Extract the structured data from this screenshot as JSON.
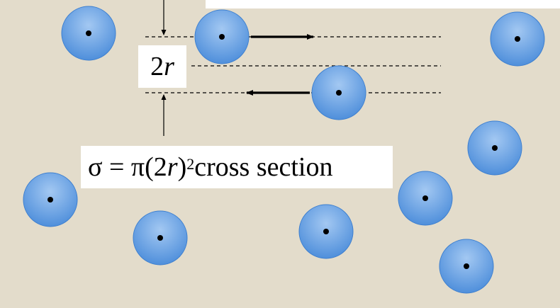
{
  "diagram": {
    "label_2r": {
      "main": "2",
      "var": "r"
    },
    "label_sigma": {
      "prefix": "σ = π(2",
      "var": "r",
      "close": ")",
      "exponent": "2",
      "suffix": " cross section"
    }
  },
  "colors": {
    "background": "#e3dccb",
    "particle_light": "#a3c8f2",
    "particle_dark": "#4f8fdb",
    "particle_edge": "#3d7fcf"
  }
}
